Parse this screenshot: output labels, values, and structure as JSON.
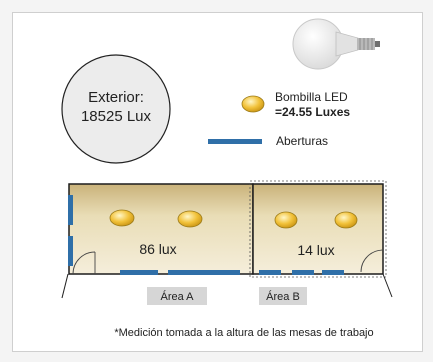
{
  "exterior": {
    "label": "Exterior:",
    "value": "18525 Lux"
  },
  "legend": {
    "bulb_label_line1": "Bombilla LED",
    "bulb_label_line2": "=24.55 Luxes",
    "openings_label": "Aberturas"
  },
  "areas": [
    {
      "name": "Área A",
      "lux": "86 lux",
      "bulbs": 2
    },
    {
      "name": "Área B",
      "lux": "14 lux",
      "bulbs": 2
    }
  ],
  "footnote": "*Medición tomada a la altura de las mesas de trabajo",
  "colors": {
    "bulb": "#f2c23a",
    "opening": "#2f6fa8",
    "room_fill": "#ece0b8",
    "area_tag": "#d6d6d6"
  },
  "icons": {
    "bulb_photo": "led-bulb-icon",
    "bulb_marker": "bulb-marker-icon",
    "opening_marker": "opening-marker-icon"
  }
}
